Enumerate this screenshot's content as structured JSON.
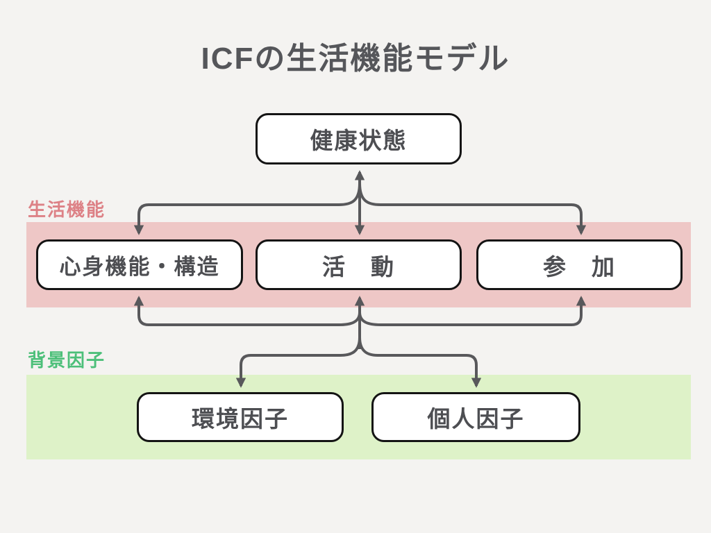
{
  "title": "ICFの生活機能モデル",
  "sections": {
    "seikatsu_kinou": {
      "label": "生活機能",
      "label_color": "#dd8186",
      "band_color": "#eec7c6"
    },
    "haikei_inshi": {
      "label": "背景因子",
      "label_color": "#4cbf79",
      "band_color": "#def2c8"
    }
  },
  "nodes": {
    "health": {
      "label": "健康状態"
    },
    "body": {
      "label": "心身機能・構造"
    },
    "activity": {
      "label": "活　動"
    },
    "participation": {
      "label": "参　加"
    },
    "environment": {
      "label": "環境因子"
    },
    "personal": {
      "label": "個人因子"
    }
  },
  "style": {
    "background_color": "#f4f3f1",
    "arrow_color": "#58585b",
    "box_border_color": "#141414",
    "box_text_color": "#4d4e52",
    "title_color": "#55565a"
  }
}
